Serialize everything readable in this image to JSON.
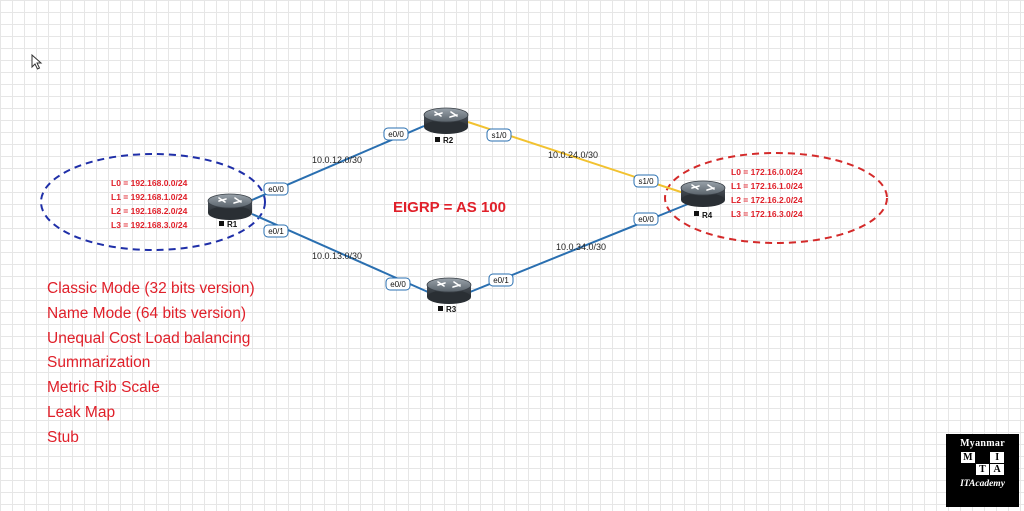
{
  "diagram": {
    "title": "EIGRP = AS 100",
    "routers": {
      "r1": "R1",
      "r2": "R2",
      "r3": "R3",
      "r4": "R4"
    },
    "interfaces": {
      "r1_e0_0": "e0/0",
      "r1_e0_1": "e0/1",
      "r2_e0_0": "e0/0",
      "r2_s1_0": "s1/0",
      "r3_e0_0": "e0/0",
      "r3_e0_1": "e0/1",
      "r4_s1_0": "s1/0",
      "r4_e0_0": "e0/0"
    },
    "networks": {
      "r1_r2": "10.0.12.0/30",
      "r1_r3": "10.0.13.0/30",
      "r2_r4": "10.0.24.0/30",
      "r3_r4": "10.0.34.0/30"
    },
    "r1_loopbacks": [
      "L0 = 192.168.0.0/24",
      "L1 = 192.168.1.0/24",
      "L2 = 192.168.2.0/24",
      "L3 = 192.168.3.0/24"
    ],
    "r4_loopbacks": [
      "L0 = 172.16.0.0/24",
      "L1 = 172.16.1.0/24",
      "L2 = 172.16.2.0/24",
      "L3 = 172.16.3.0/24"
    ],
    "colors": {
      "ethernet_link": "#2a6fb0",
      "serial_link": "#f2c230",
      "r1_area": "#1f2fa8",
      "r4_area": "#d42a2a",
      "text_red": "#e0202a"
    }
  },
  "features": [
    "Classic Mode (32 bits version)",
    "Name Mode (64 bits version)",
    "Unequal Cost Load balancing",
    "Summarization",
    "Metric Rib Scale",
    "Leak Map",
    "Stub"
  ],
  "logo": {
    "brand": "Myanmar",
    "letters": [
      "M",
      "I",
      "T",
      "A"
    ],
    "subtitle": "ITAcademy"
  }
}
